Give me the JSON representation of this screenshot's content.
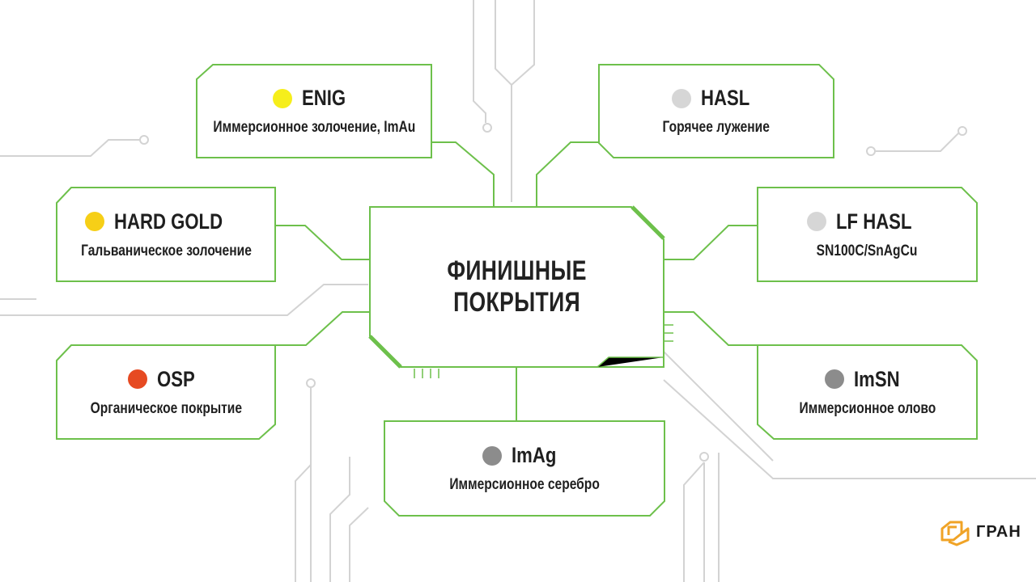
{
  "center": {
    "title": "ФИНИШНЫЕ\nПОКРЫТИЯ"
  },
  "colors": {
    "frame": "#6dc04b",
    "trace": "#d3d3d3",
    "logo": "#f0a326"
  },
  "cards": [
    {
      "id": "enig",
      "name": "ENIG",
      "subtitle": "Иммерсионное золочение, ImAu",
      "dot_color": "#f6ee1b"
    },
    {
      "id": "hasl",
      "name": "HASL",
      "subtitle": "Горячее лужение",
      "dot_color": "#d6d6d6"
    },
    {
      "id": "hard-gold",
      "name": "HARD GOLD",
      "subtitle": "Гальваническое золочение",
      "dot_color": "#f6cf17"
    },
    {
      "id": "lf-hasl",
      "name": "LF HASL",
      "subtitle": "SN100C/SnAgCu",
      "dot_color": "#d6d6d6"
    },
    {
      "id": "osp",
      "name": "OSP",
      "subtitle": "Органическое покрытие",
      "dot_color": "#e64a22"
    },
    {
      "id": "imsn",
      "name": "ImSN",
      "subtitle": "Иммерсионное олово",
      "dot_color": "#8c8c8c"
    },
    {
      "id": "imag",
      "name": "ImAg",
      "subtitle": "Иммерсионное серебро",
      "dot_color": "#8c8c8c"
    }
  ],
  "logo": {
    "text": "ГРАН",
    "icon": "gran-logo-icon"
  }
}
